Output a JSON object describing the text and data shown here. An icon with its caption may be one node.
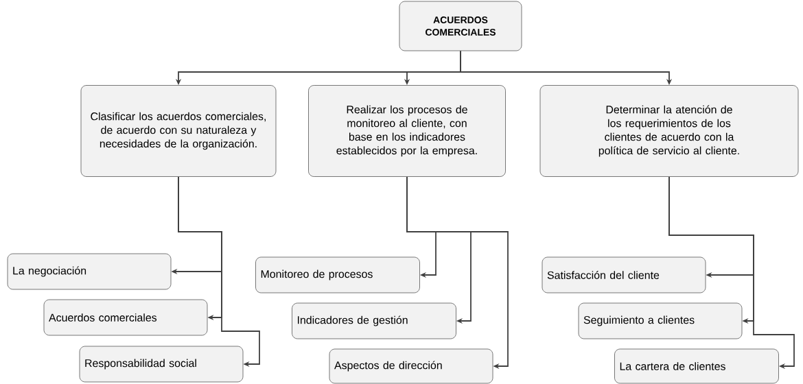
{
  "diagram": {
    "nodes": [
      {
        "text": [
          "ACUERDOS COMERCIALES"
        ]
      },
      {
        "text": [
          "Clasificar los acuerdos comerciales, de acuerdo con su naturaleza y necesidades de la organización."
        ]
      },
      {
        "text": [
          "Realizar los procesos de monitoreo al cliente, con base en los indicadores establecidos por la empresa."
        ]
      },
      {
        "text": [
          "Determinar la atención de los requerimientos de los clientes de acuerdo con la política de servicio al cliente."
        ]
      },
      {
        "text": [
          "La negociación"
        ]
      },
      {
        "text": [
          "Acuerdos comerciales"
        ]
      },
      {
        "text": [
          "Responsabilidad social"
        ]
      },
      {
        "text": [
          "Monitoreo de procesos"
        ]
      },
      {
        "text": [
          "Indicadores de gestión"
        ]
      },
      {
        "text": [
          "Aspectos de dirección"
        ]
      },
      {
        "text": [
          "Satisfacción del cliente"
        ]
      },
      {
        "text": [
          "Seguimiento a clientes"
        ]
      },
      {
        "text": [
          "La cartera de clientes"
        ]
      }
    ],
    "edges": [
      {
        "from": 0,
        "to": 1,
        "arrow": "to"
      },
      {
        "from": 0,
        "to": 2,
        "arrow": "to"
      },
      {
        "from": 0,
        "to": 3,
        "arrow": "to"
      },
      {
        "from": 1,
        "to": 4,
        "arrow": "to"
      },
      {
        "from": 1,
        "to": 5,
        "arrow": "to"
      },
      {
        "from": 1,
        "to": 6,
        "arrow": "to"
      },
      {
        "from": 2,
        "to": 7,
        "arrow": "to"
      },
      {
        "from": 2,
        "to": 8,
        "arrow": "to"
      },
      {
        "from": 2,
        "to": 9,
        "arrow": "to"
      },
      {
        "from": 3,
        "to": 10,
        "arrow": "to"
      },
      {
        "from": 3,
        "to": 11,
        "arrow": "to"
      },
      {
        "from": 3,
        "to": 12,
        "arrow": "to"
      }
    ]
  }
}
